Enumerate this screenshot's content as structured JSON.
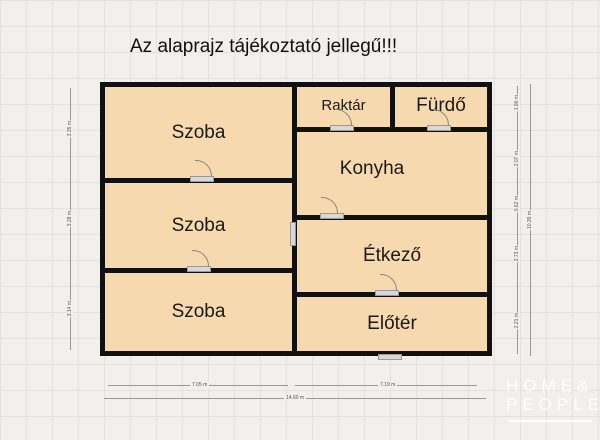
{
  "title": "Az alaprajz tájékoztató jellegű!!!",
  "rooms": {
    "szoba1": "Szoba",
    "szoba2": "Szoba",
    "szoba3": "Szoba",
    "raktar": "Raktár",
    "furdo": "Fürdő",
    "konyha": "Konyha",
    "etkezo": "Étkező",
    "eloter": "Előtér"
  },
  "dimensions": {
    "left": [
      "3.35 m",
      "3.28 m",
      "3.14 m"
    ],
    "right": [
      "1.90 m",
      "2.07 m",
      "0.62 m",
      "2.73 m",
      "2.21 m"
    ],
    "right_total": "10.35 m",
    "bottom": [
      "7.05 m",
      "7.19 m"
    ],
    "bottom_total": "14.60 m"
  },
  "logo": {
    "line1": "HOME&",
    "line2": "PEOPLE"
  },
  "colors": {
    "room_fill": "#f6d9ae",
    "wall": "#111111"
  }
}
